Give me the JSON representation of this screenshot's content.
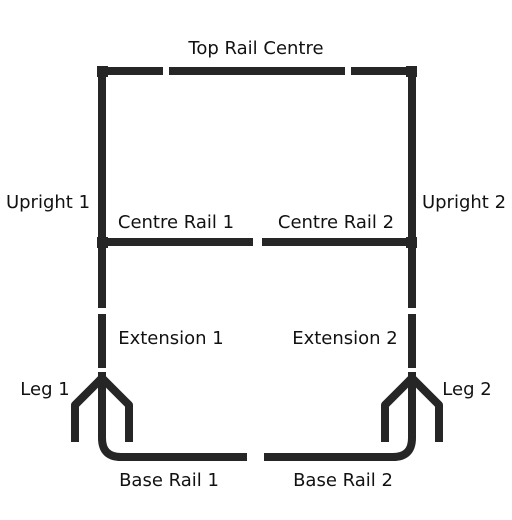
{
  "colors": {
    "tube": "#262626",
    "tube_light": "#8c8c8c",
    "background": "#ffffff",
    "text": "#111111"
  },
  "labels": {
    "top_rail_centre": "Top Rail Centre",
    "upright_1": "Upright 1",
    "upright_2": "Upright 2",
    "centre_rail_1": "Centre Rail 1",
    "centre_rail_2": "Centre Rail 2",
    "extension_1": "Extension 1",
    "extension_2": "Extension 2",
    "leg_1": "Leg 1",
    "leg_2": "Leg 2",
    "base_rail_1": "Base Rail 1",
    "base_rail_2": "Base Rail 2"
  }
}
